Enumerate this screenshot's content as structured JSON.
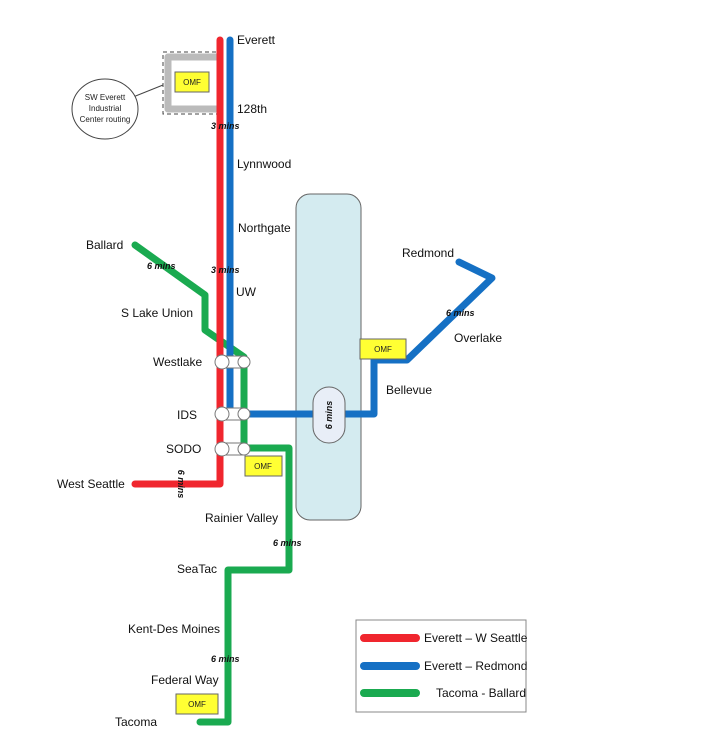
{
  "colors": {
    "red_line": "#f0262e",
    "blue_line": "#1570c4",
    "green_line": "#1aaa50",
    "omf_fill": "#ffff33",
    "lake_fill": "#d4ebf0",
    "routing_gray": "#bbbbbb"
  },
  "stations": {
    "everett": "Everett",
    "s128th": "128th",
    "lynnwood": "Lynnwood",
    "northgate": "Northgate",
    "uw": "UW",
    "ballard": "Ballard",
    "s_lake_union": "S Lake Union",
    "westlake": "Westlake",
    "ids": "IDS",
    "sodo": "SODO",
    "west_seattle": "West Seattle",
    "rainier_valley": "Rainier Valley",
    "seatac": "SeaTac",
    "kent_des_moines": "Kent-Des Moines",
    "federal_way": "Federal Way",
    "tacoma": "Tacoma",
    "redmond": "Redmond",
    "overlake": "Overlake",
    "bellevue": "Bellevue"
  },
  "travel_times": {
    "everett_128th": "3 mins",
    "northgate_uw": "3 mins",
    "ballard_slu": "6 mins",
    "sodo_west_seattle": "6 mins",
    "rainier_seatac": "6 mins",
    "kent_federal_way": "6 mins",
    "lake_crossing": "6 mins",
    "bellevue_overlake": "6 mins"
  },
  "omf": {
    "north": "OMF",
    "sodo": "OMF",
    "bellevue": "OMF",
    "federal_way": "OMF"
  },
  "callout": {
    "lines": [
      "SW Everett",
      "Industrial",
      "Center routing"
    ]
  },
  "legend": {
    "items": [
      {
        "label": "Everett – W Seattle",
        "color": "#f0262e"
      },
      {
        "label": "Everett – Redmond",
        "color": "#1570c4"
      },
      {
        "label": "Tacoma - Ballard",
        "color": "#1aaa50"
      }
    ]
  }
}
